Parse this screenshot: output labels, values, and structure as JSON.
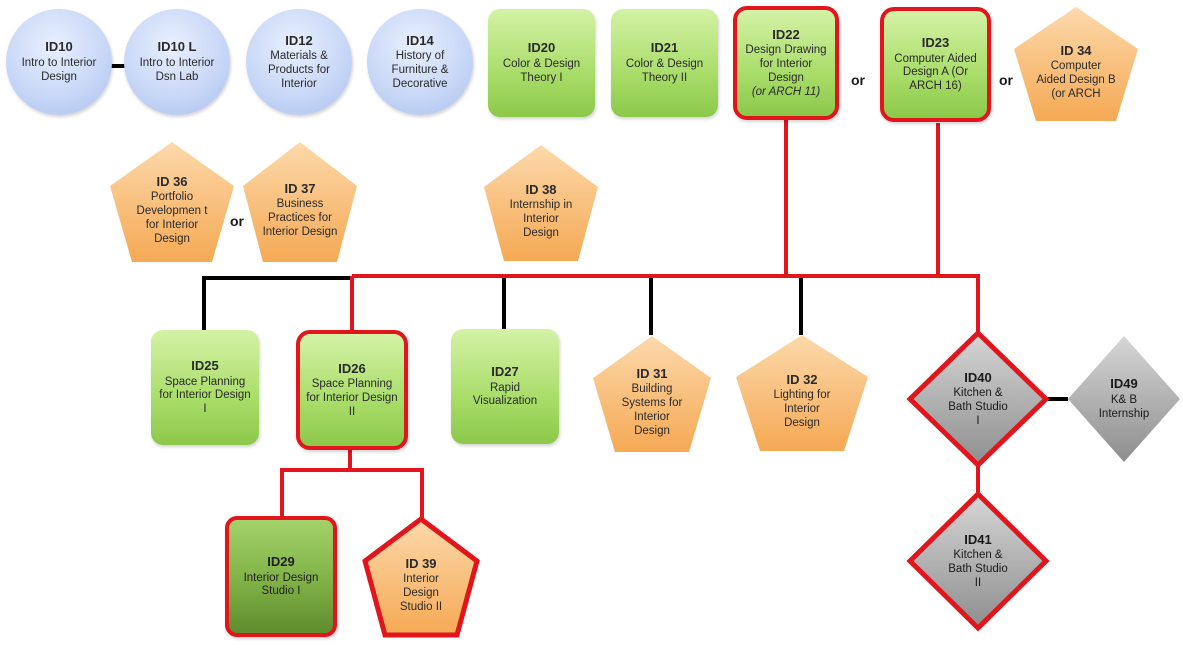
{
  "connector_colors": {
    "required": "#e2151c",
    "general": "#000000"
  },
  "fill_colors": {
    "circle": "#c9d8f7",
    "green": "#a9dd69",
    "dark_green": "#7fb146",
    "pentagon": "#f7b56a",
    "diamond": "#a8a8a8",
    "required_border": "#e2151c"
  },
  "or_label": "or",
  "nodes": {
    "id10": {
      "code": "ID10",
      "name": "Intro to Interior Design"
    },
    "id10l": {
      "code": "ID10 L",
      "name": "Intro to Interior Dsn Lab"
    },
    "id12": {
      "code": "ID12",
      "name": "Materials & Products for Interior"
    },
    "id14": {
      "code": "ID14",
      "name": "History of Furniture & Decorative"
    },
    "id20": {
      "code": "ID20",
      "name": "Color & Design Theory I"
    },
    "id21": {
      "code": "ID21",
      "name": "Color & Design Theory II"
    },
    "id22": {
      "code": "ID22",
      "name": "Design Drawing for Interior Design",
      "note": "(or ARCH 11)"
    },
    "id23": {
      "code": "ID23",
      "name": "Computer Aided Design A (Or ARCH 16)"
    },
    "id34": {
      "code": "ID 34",
      "name": "Computer Aided Design B (or ARCH"
    },
    "id36": {
      "code": "ID 36",
      "name": "Portfolio Developmen t for Interior Design"
    },
    "id37": {
      "code": "ID 37",
      "name": "Business Practices for Interior Design"
    },
    "id38": {
      "code": "ID 38",
      "name": "Internship in Interior Design"
    },
    "id25": {
      "code": "ID25",
      "name": "Space Planning for Interior Design I"
    },
    "id26": {
      "code": "ID26",
      "name": "Space Planning for Interior Design II"
    },
    "id27": {
      "code": "ID27",
      "name": "Rapid Visualization"
    },
    "id31": {
      "code": "ID 31",
      "name": "Building Systems for Interior Design"
    },
    "id32": {
      "code": "ID 32",
      "name": "Lighting for Interior Design"
    },
    "id40": {
      "code": "ID40",
      "name": "Kitchen & Bath Studio I"
    },
    "id49": {
      "code": "ID49",
      "name": "K& B Internship"
    },
    "id29": {
      "code": "ID29",
      "name": "Interior Design Studio I"
    },
    "id39": {
      "code": "ID 39",
      "name": "Interior Design Studio II"
    },
    "id41": {
      "code": "ID41",
      "name": "Kitchen & Bath Studio II"
    }
  }
}
